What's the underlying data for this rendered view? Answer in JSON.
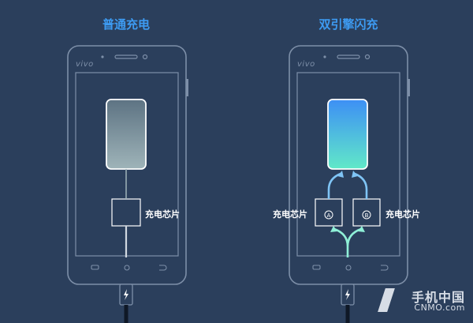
{
  "left_panel": {
    "title": "普通充电",
    "chip_label": "充电芯片",
    "brand": "vivo"
  },
  "right_panel": {
    "title": "双引擎闪充",
    "chip_left_label": "充电芯片",
    "chip_right_label": "充电芯片",
    "chip_a": "A",
    "chip_b": "B",
    "brand": "vivo"
  },
  "watermark": {
    "cn": "手机中国",
    "en": "CNMO.com"
  },
  "colors": {
    "background": "#2b3f5c",
    "title": "#3d9bf2",
    "outline": "#7d8fa8",
    "flow": "#a6e4f5"
  }
}
